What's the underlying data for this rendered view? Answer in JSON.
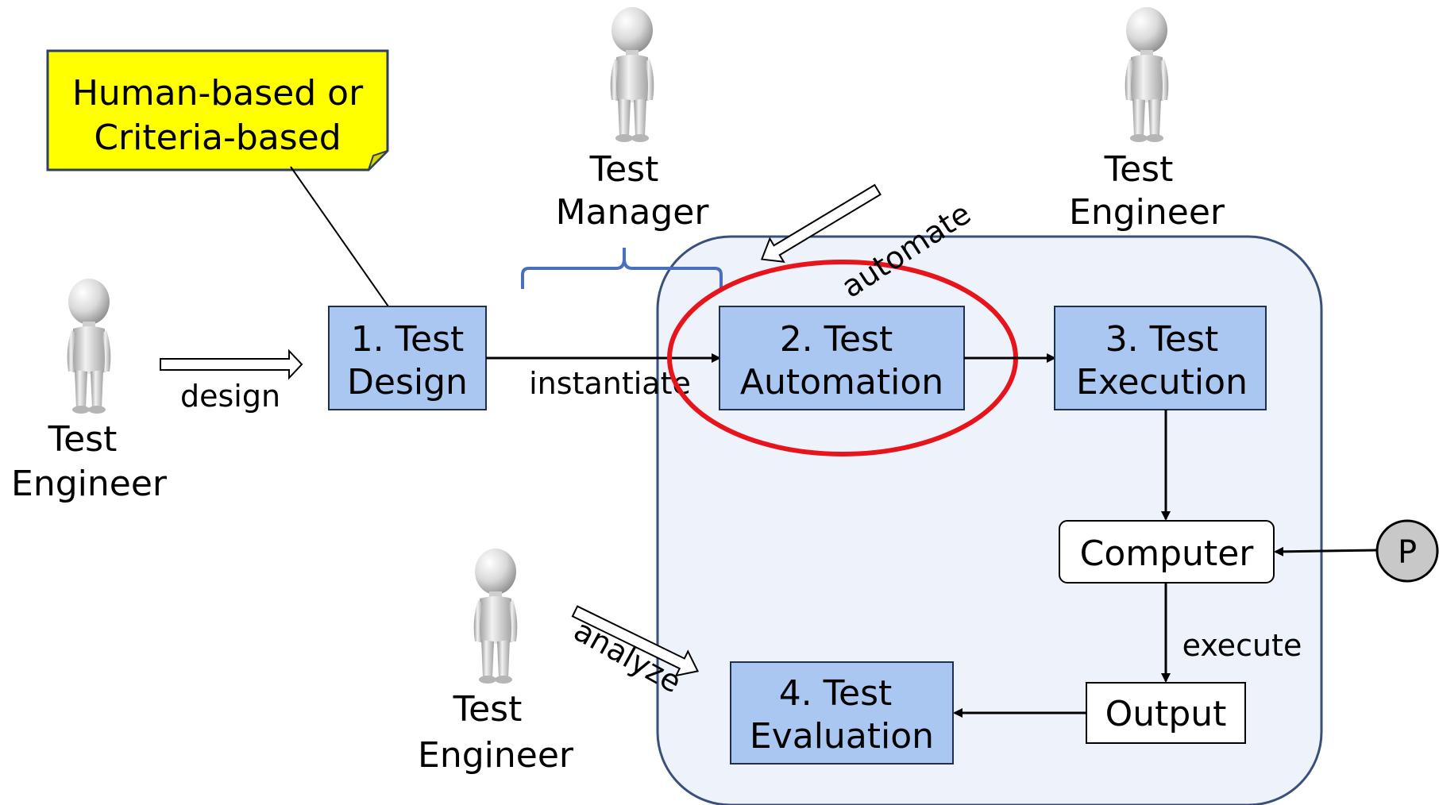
{
  "note": {
    "line1": "Human-based or",
    "line2": "Criteria-based"
  },
  "actors": {
    "manager": {
      "line1": "Test",
      "line2": "Manager"
    },
    "engineer_top": {
      "line1": "Test",
      "line2": "Engineer"
    },
    "engineer_left": {
      "line1": "Test",
      "line2": "Engineer"
    },
    "engineer_bottom": {
      "line1": "Test",
      "line2": "Engineer"
    }
  },
  "steps": {
    "design": {
      "line1": "1. Test",
      "line2": "Design"
    },
    "automation": {
      "line1": "2. Test",
      "line2": "Automation"
    },
    "execution": {
      "line1": "3. Test",
      "line2": "Execution"
    },
    "evaluation": {
      "line1": "4. Test",
      "line2": "Evaluation"
    }
  },
  "nodes": {
    "computer": "Computer",
    "output": "Output",
    "program": "P"
  },
  "edges": {
    "design": "design",
    "instantiate": "instantiate",
    "automate": "automate",
    "analyze": "analyze",
    "execute": "execute"
  },
  "colors": {
    "step_fill": "#a9c7f0",
    "container_fill": "#eef3fb",
    "container_stroke": "#3a4f7a",
    "note_fill": "#ffff00",
    "brace": "#4a6fbf",
    "highlight": "#e8141c",
    "program_fill": "#c8c8c8"
  }
}
